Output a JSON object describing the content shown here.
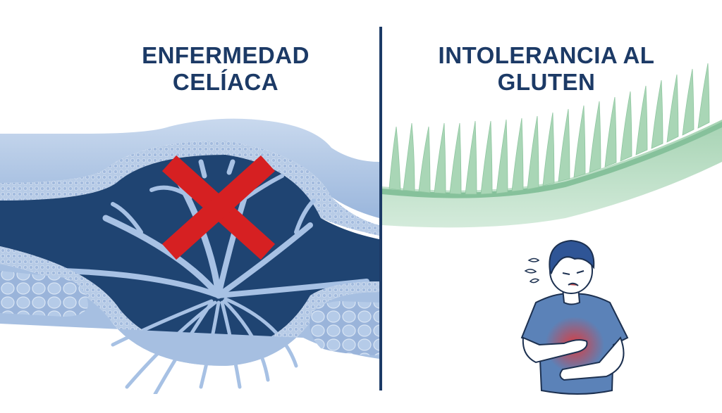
{
  "left_panel": {
    "title_lines": [
      "ENFERMEDAD",
      "CELÍACA"
    ],
    "illustration": "damaged-intestinal-villi",
    "mark": "red-x-icon",
    "colors": {
      "tissue": "#a9c3e3",
      "dark": "#1e3d66",
      "mark": "#d62022"
    }
  },
  "right_panel": {
    "title_lines": [
      "INTOLERANCIA AL",
      "GLUTEN"
    ],
    "illustration": "healthy-intestinal-villi",
    "figure": "person-with-stomach-pain",
    "colors": {
      "villi": "#a7d4b4",
      "shirt": "#5b82b8",
      "pain": "#e0393a"
    }
  },
  "divider": {
    "color": "#1c3a66"
  }
}
